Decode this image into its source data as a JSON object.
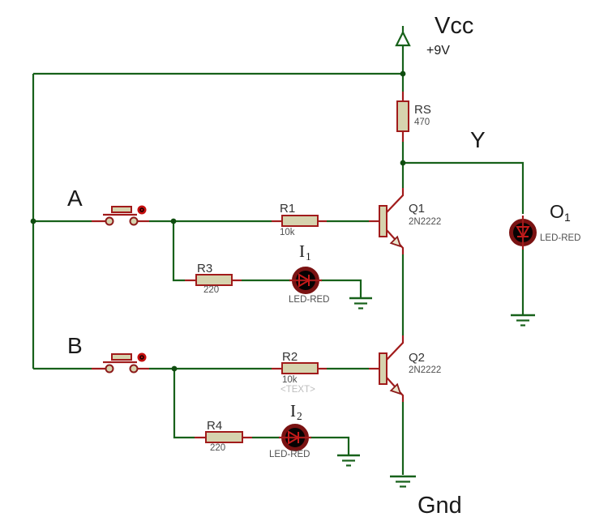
{
  "schematic": {
    "power_rail": {
      "name": "Vcc",
      "voltage": "+9V"
    },
    "ground_rail": {
      "name": "Gnd"
    },
    "nets": {
      "output": "Y",
      "input_a": "A",
      "input_b": "B"
    },
    "components": {
      "rs": {
        "ref": "RS",
        "value": "470"
      },
      "r1": {
        "ref": "R1",
        "value": "10k"
      },
      "r2": {
        "ref": "R2",
        "value": "10k",
        "note": "<TEXT>"
      },
      "r3": {
        "ref": "R3",
        "value": "220"
      },
      "r4": {
        "ref": "R4",
        "value": "220"
      },
      "q1": {
        "ref": "Q1",
        "part": "2N2222"
      },
      "q2": {
        "ref": "Q2",
        "part": "2N2222"
      },
      "i1": {
        "ref": "I",
        "sub": "1",
        "part": "LED-RED"
      },
      "i2": {
        "ref": "I",
        "sub": "2",
        "part": "LED-RED"
      },
      "o1": {
        "ref": "O",
        "sub": "1",
        "part": "LED-RED"
      }
    },
    "colors": {
      "wire_green": "#17611a",
      "pin_red": "#a11b1b",
      "component_fill": "#d6d3ae",
      "led_ring": "#7a1212",
      "led_fill": "#070303",
      "led_glyph": "#c41a1a",
      "button_red": "#c40e0e",
      "junction_dot": "#0f4d0f",
      "label_text": "#1a1a1a",
      "ref_text": "#333333",
      "value_text": "#4f4f4f",
      "ghost_text": "#bdbdbd",
      "background": "#ffffff"
    }
  }
}
